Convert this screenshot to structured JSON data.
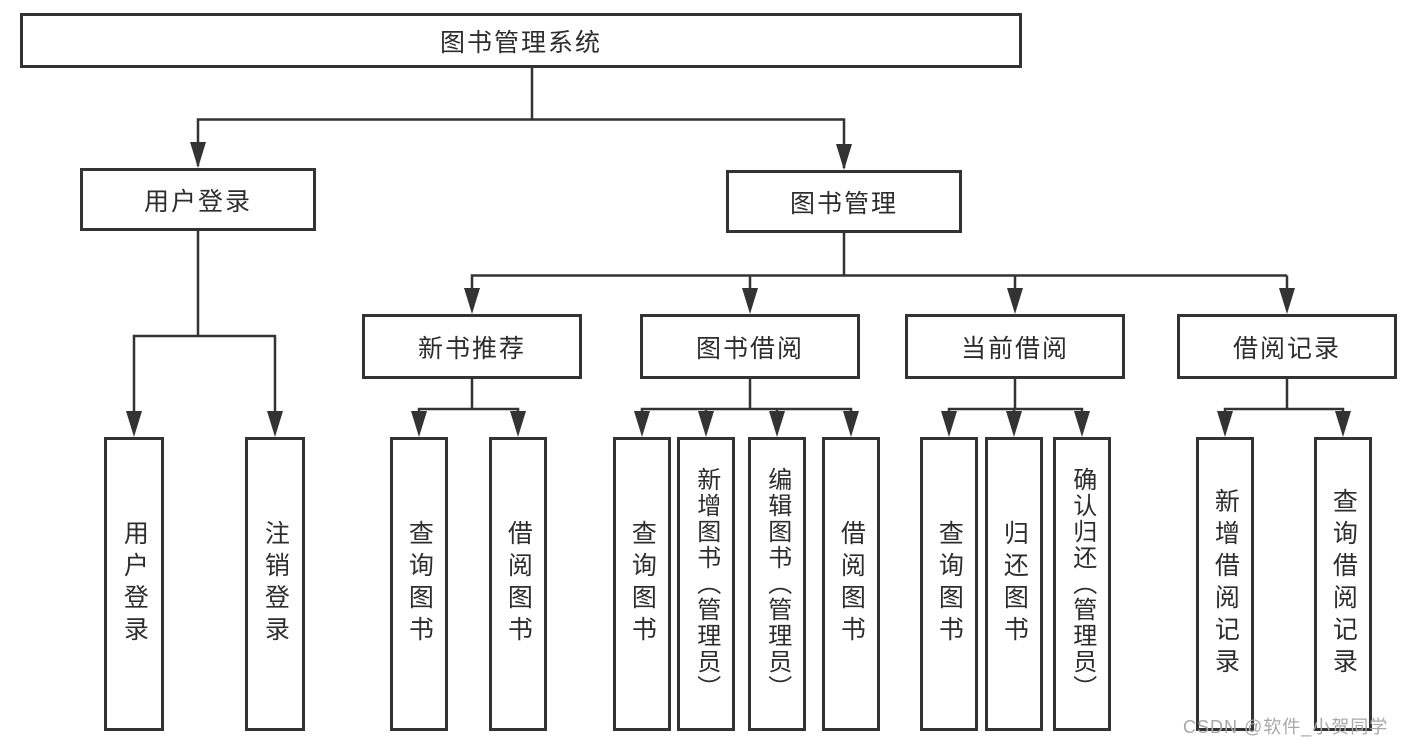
{
  "colors": {
    "background": "#ffffff",
    "box_border": "#333333",
    "connector_line": "#333333",
    "text": "#2d2d2d",
    "watermark": "#a8a8a8"
  },
  "diagram": {
    "root": {
      "label": "图书管理系统"
    },
    "branches": [
      {
        "label": "用户登录",
        "children": [
          {
            "label": "用户登录"
          },
          {
            "label": "注销登录"
          }
        ]
      },
      {
        "label": "图书管理",
        "sections": [
          {
            "label": "新书推荐",
            "children": [
              {
                "label": "查询图书"
              },
              {
                "label": "借阅图书"
              }
            ]
          },
          {
            "label": "图书借阅",
            "children": [
              {
                "label": "查询图书"
              },
              {
                "label": "新增图书（管理员）"
              },
              {
                "label": "编辑图书（管理员）"
              },
              {
                "label": "借阅图书"
              }
            ]
          },
          {
            "label": "当前借阅",
            "children": [
              {
                "label": "查询图书"
              },
              {
                "label": "归还图书"
              },
              {
                "label": "确认归还（管理员）"
              }
            ]
          },
          {
            "label": "借阅记录",
            "children": [
              {
                "label": "新增借阅记录"
              },
              {
                "label": "查询借阅记录"
              }
            ]
          }
        ]
      }
    ],
    "watermark": "CSDN @软件_小贺同学"
  }
}
